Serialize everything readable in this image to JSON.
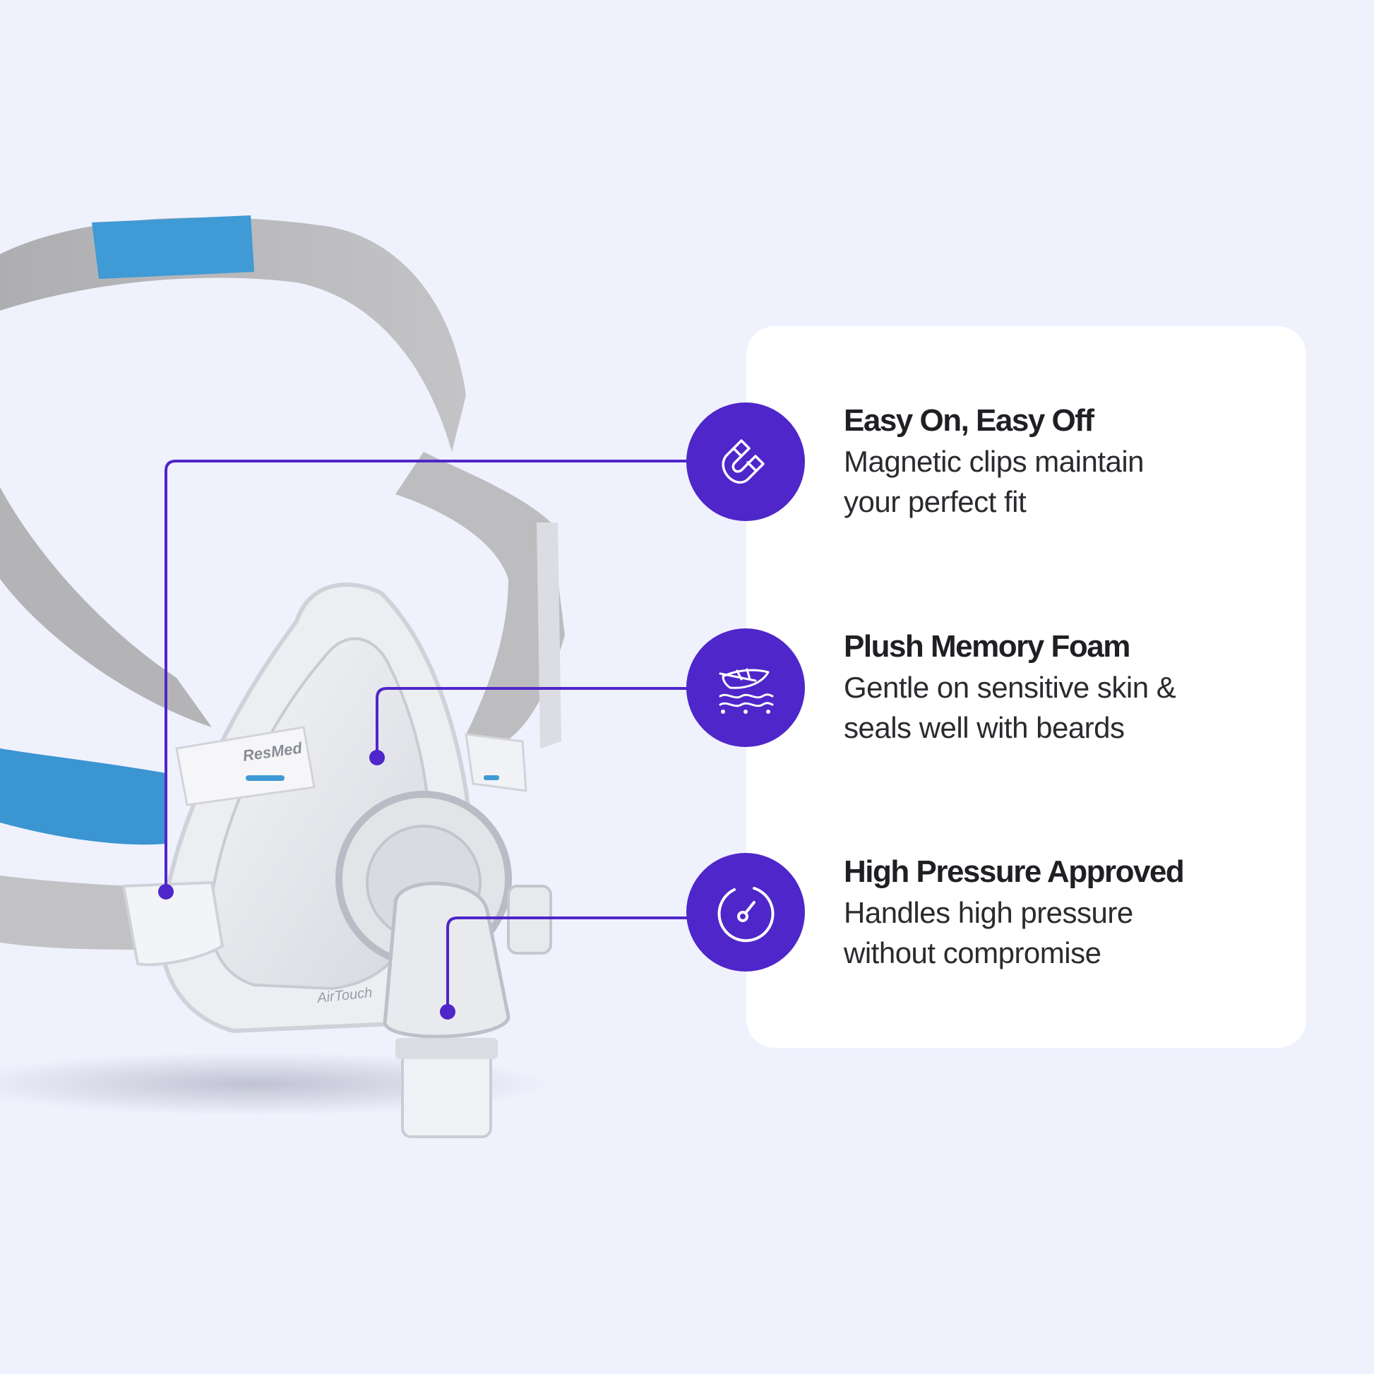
{
  "features": [
    {
      "icon": "magnet-icon",
      "title": "Easy On, Easy Off",
      "line1": "Magnetic clips maintain",
      "line2": "your perfect fit"
    },
    {
      "icon": "feather-icon",
      "title": "Plush Memory Foam",
      "line1": "Gentle on sensitive skin &",
      "line2": "seals well with beards"
    },
    {
      "icon": "gauge-icon",
      "title": "High Pressure Approved",
      "line1": "Handles high pressure",
      "line2": "without compromise"
    }
  ],
  "product": {
    "brand_mark": "ResMed",
    "model_mark": "AirTouch"
  },
  "colors": {
    "background": "#eff1fd",
    "accent": "#4f26c9",
    "card": "#ffffff",
    "strap_gray": "#b9b9bb",
    "strap_blue": "#3a9ad6"
  }
}
